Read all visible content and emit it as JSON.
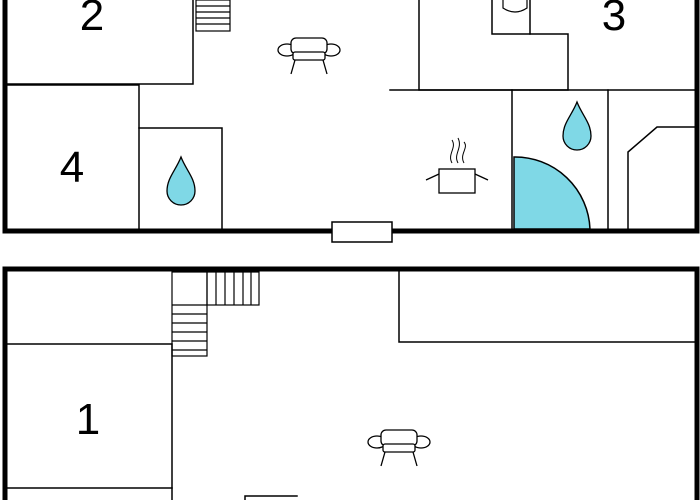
{
  "colors": {
    "wall": "#000000",
    "water_fill": "#7fd8e6",
    "shower_fill": "#7fd8e6",
    "background": "#ffffff"
  },
  "floors": {
    "upper": {
      "rooms": [
        {
          "number": "2"
        },
        {
          "number": "3"
        },
        {
          "number": "4"
        }
      ],
      "icons": [
        "sofa-icon",
        "water-drop-icon",
        "water-drop-icon",
        "cooking-pot-icon",
        "staircase-icon"
      ]
    },
    "lower": {
      "rooms": [
        {
          "number": "1"
        }
      ],
      "icons": [
        "sofa-icon",
        "staircase-icon"
      ]
    }
  }
}
